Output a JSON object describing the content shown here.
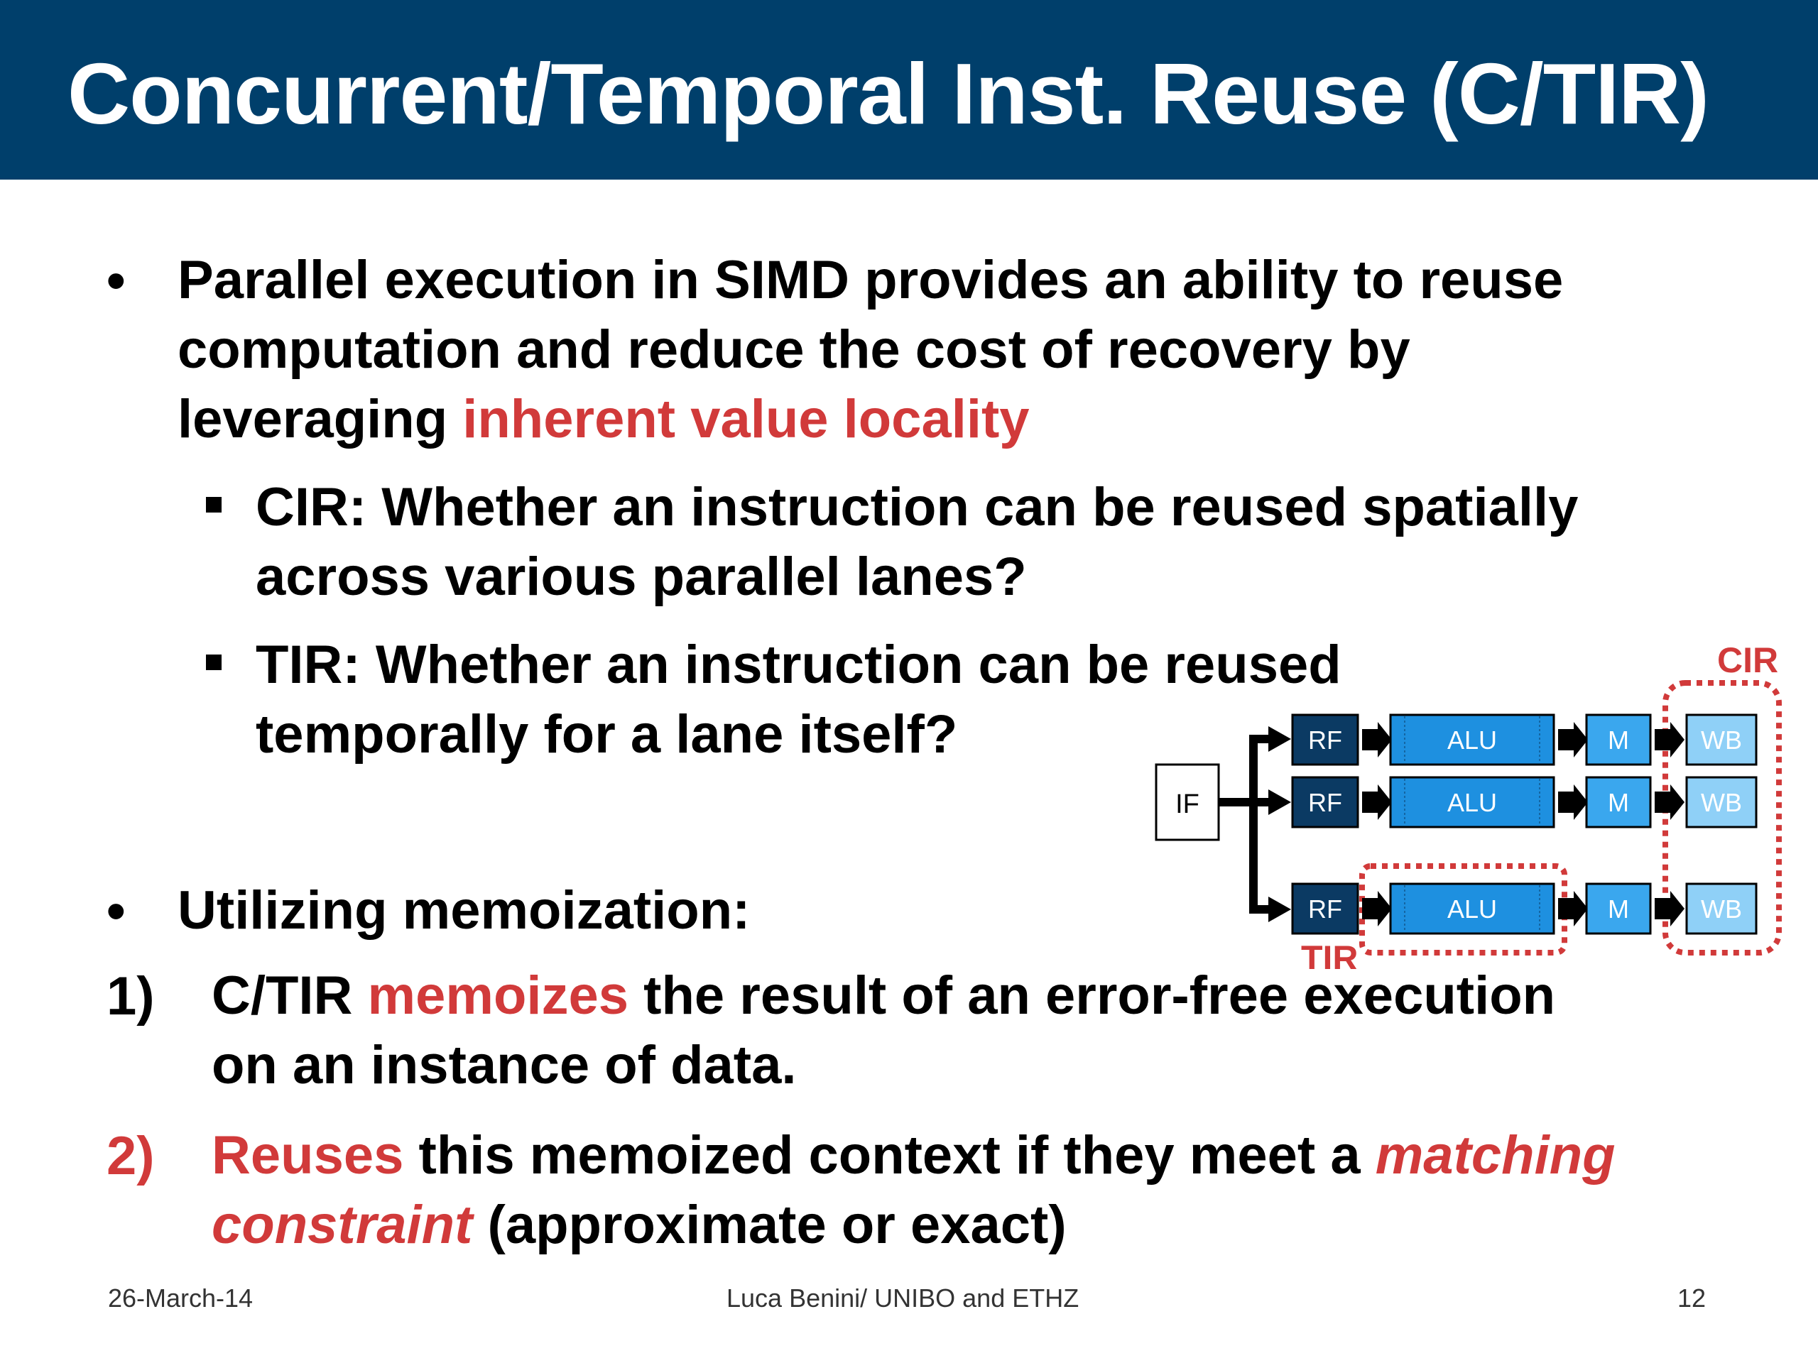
{
  "slide": {
    "title": "Concurrent/Temporal Inst. Reuse (C/TIR)",
    "bullet1": {
      "line1": "Parallel execution in SIMD provides an ability to reuse",
      "line2": "computation and reduce the cost of recovery by",
      "line3_prefix": "leveraging ",
      "line3_highlight": "inherent value locality"
    },
    "sub1": {
      "line1": "CIR: Whether an instruction can be reused spatially",
      "line2": "across various parallel lanes?"
    },
    "sub2": {
      "line1": "TIR: Whether an instruction can be reused",
      "line2": "temporally for a lane itself?"
    },
    "bullet2": "Utilizing memoization:",
    "item1": {
      "num": "1)",
      "prefix": "C/TIR ",
      "highlight": "memoizes",
      "rest": " the result of an error-free execution",
      "line2": "on an instance of data."
    },
    "item2": {
      "num": "2)",
      "highlight": "Reuses",
      "mid": " this memoized context if they meet a ",
      "italic1": "matching",
      "italic2": "constraint",
      "tail": " (approximate or exact)"
    }
  },
  "diagram": {
    "if_label": "IF",
    "rf_label": "RF",
    "alu_label": "ALU",
    "m_label": "M",
    "wb_label": "WB",
    "cir_label": "CIR",
    "tir_label": "TIR",
    "colors": {
      "rf": "#0b3a63",
      "alu": "#1e90e0",
      "m": "#3aa7ee",
      "wb": "#8fd0f7",
      "dotted": "#d13a3a"
    }
  },
  "footer": {
    "date": "26-March-14",
    "author": "Luca Benini/ UNIBO and ETHZ",
    "page": "12"
  }
}
